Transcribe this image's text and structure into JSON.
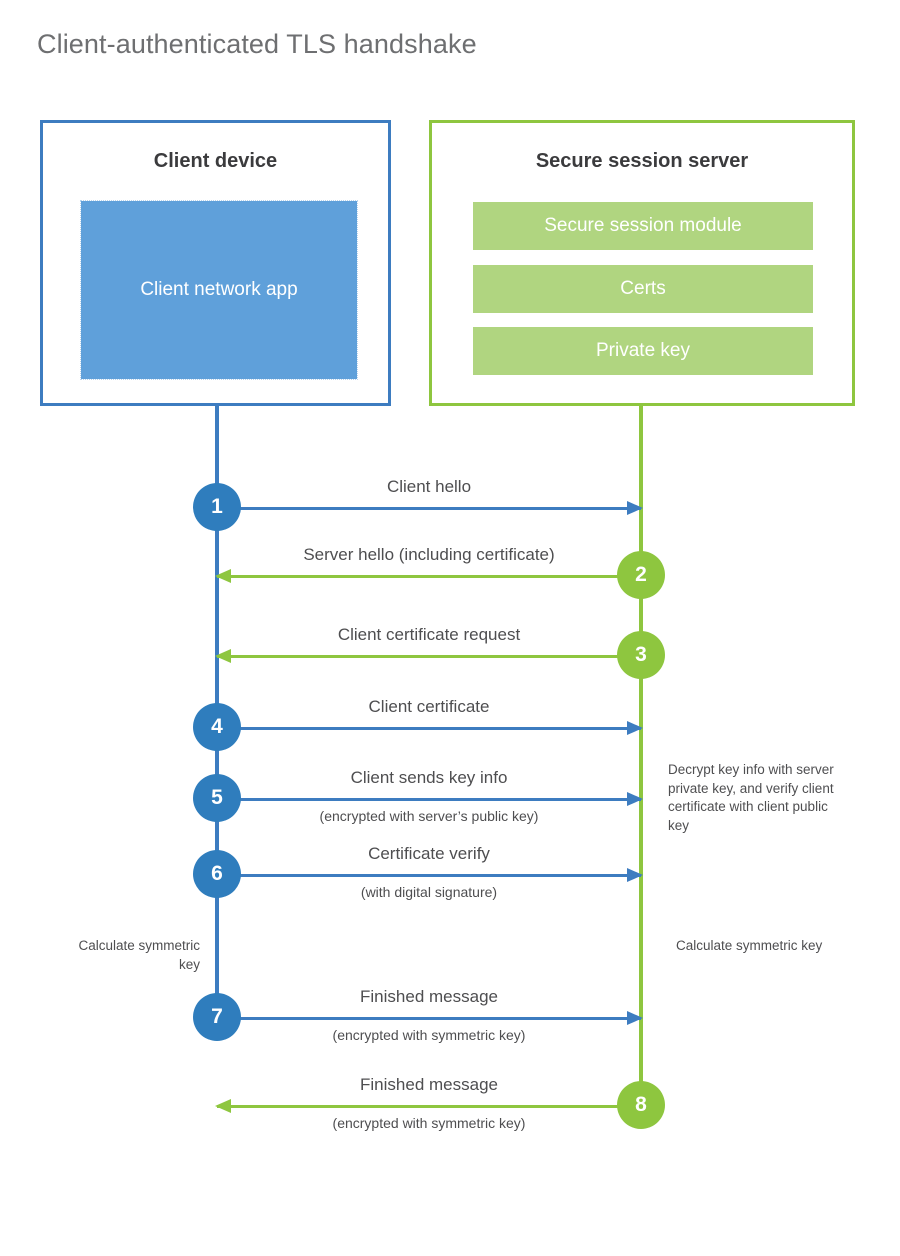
{
  "title": "Client-authenticated TLS handshake",
  "colors": {
    "client_border": "#3d7cc0",
    "client_fill": "#5fa0da",
    "client_accent": "#2f7dbd",
    "server_border": "#8ec63f",
    "server_fill": "#b0d580",
    "server_accent": "#8ec63f",
    "title_text": "#6e6f71",
    "body_text": "#4e4e50",
    "heading_text": "#3b3b3d",
    "background": "#ffffff"
  },
  "actors": {
    "client": {
      "title": "Client device",
      "components": [
        "Client network app"
      ]
    },
    "server": {
      "title": "Secure session server",
      "components": [
        "Secure session module",
        "Certs",
        "Private key"
      ]
    }
  },
  "messages": [
    {
      "step": "1",
      "label": "Client hello",
      "sublabel": "",
      "direction": "to-server"
    },
    {
      "step": "2",
      "label": "Server hello (including certificate)",
      "sublabel": "",
      "direction": "to-client"
    },
    {
      "step": "3",
      "label": "Client certificate request",
      "sublabel": "",
      "direction": "to-client"
    },
    {
      "step": "4",
      "label": "Client certificate",
      "sublabel": "",
      "direction": "to-server"
    },
    {
      "step": "5",
      "label": "Client sends key info",
      "sublabel": "(encrypted with server’s public key)",
      "direction": "to-server"
    },
    {
      "step": "6",
      "label": "Certificate verify",
      "sublabel": "(with digital signature)",
      "direction": "to-server"
    },
    {
      "step": "7",
      "label": "Finished message",
      "sublabel": "(encrypted with symmetric key)",
      "direction": "to-server"
    },
    {
      "step": "8",
      "label": "Finished message",
      "sublabel": "(encrypted with symmetric key)",
      "direction": "to-client"
    }
  ],
  "notes": {
    "server_decrypt": "Decrypt key info with server private key, and verify client certificate with client public key",
    "client_calculate": "Calculate symmetric key",
    "server_calculate": "Calculate symmetric key"
  },
  "chart_data": {
    "type": "table",
    "title": "Client-authenticated TLS handshake",
    "categories": [
      "Client device",
      "Secure session server"
    ],
    "series": [
      {
        "name": "steps",
        "values": [
          1,
          2,
          3,
          4,
          5,
          6,
          7,
          8
        ]
      }
    ]
  }
}
